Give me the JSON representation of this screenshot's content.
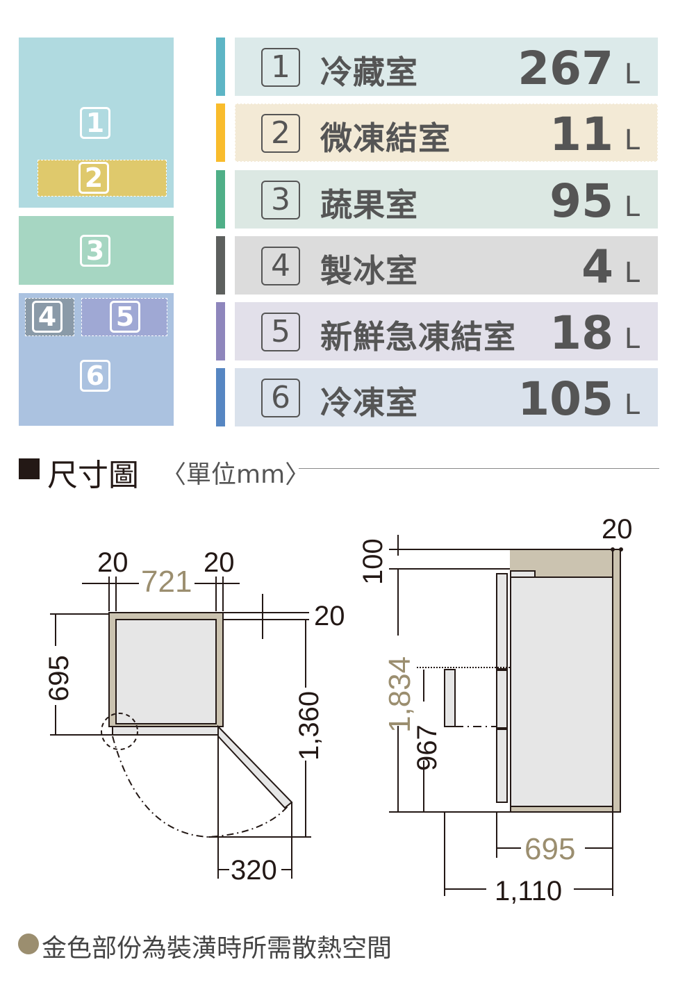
{
  "compartments": [
    {
      "no": "1",
      "name": "冷藏室",
      "volume": "267",
      "unit": "L",
      "bar_color": "#5db5c5",
      "bg_color": "#dceaea"
    },
    {
      "no": "2",
      "name": "微凍結室",
      "volume": "11",
      "unit": "L",
      "bar_color": "#f9bc2c",
      "bg_color": "#f3ead6"
    },
    {
      "no": "3",
      "name": "蔬果室",
      "volume": "95",
      "unit": "L",
      "bar_color": "#4faf87",
      "bg_color": "#dce8e3"
    },
    {
      "no": "4",
      "name": "製冰室",
      "volume": "4",
      "unit": "L",
      "bar_color": "#5d605e",
      "bg_color": "#dcdcdc"
    },
    {
      "no": "5",
      "name": "新鮮急凍結室",
      "volume": "18",
      "unit": "L",
      "bar_color": "#8e86bc",
      "bg_color": "#e2e0ea"
    },
    {
      "no": "6",
      "name": "冷凍室",
      "volume": "105",
      "unit": "L",
      "bar_color": "#5686c2",
      "bg_color": "#dae2ec"
    }
  ],
  "section": {
    "title": "尺寸圖",
    "unit_note": "〈單位mm〉"
  },
  "top_view": {
    "gap_left": "20",
    "width": "721",
    "gap_right": "20",
    "gap_back": "20",
    "depth": "695",
    "door_open_depth": "1,360",
    "door_clearance": "320"
  },
  "side_view": {
    "gap_back": "20",
    "top_clearance": "100",
    "height": "1,834",
    "handle_height": "967",
    "depth": "695",
    "door_open_depth": "1,110"
  },
  "footnote": "金色部份為裝潢時所需散熱空間",
  "colors": {
    "gold": "#9b8e6f",
    "gold_fill": "#cbc3b0",
    "dark": "#231815"
  }
}
